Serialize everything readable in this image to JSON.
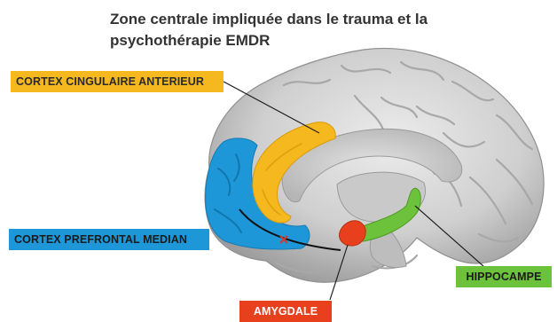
{
  "title": {
    "line1": "Zone centrale impliquée dans le trauma et la",
    "line2": "psychothérapie EMDR"
  },
  "labels": {
    "anterior_cingulate": "CORTEX CINGULAIRE ANTERIEUR",
    "prefrontal_medial": "CORTEX PREFRONTAL MEDIAN",
    "amygdala": "AMYGDALE",
    "hippocampus": "HIPPOCAMPE"
  },
  "colors": {
    "anterior_cingulate": "#F5B81F",
    "prefrontal_medial": "#1E97D8",
    "amygdala": "#E8401C",
    "hippocampus": "#6CC23A",
    "brain": "#D6D6D6",
    "connection_line": "#111111",
    "title_text": "#333333",
    "label_text_dark": "#2b2b2b",
    "label_text_light": "#ffffff"
  }
}
